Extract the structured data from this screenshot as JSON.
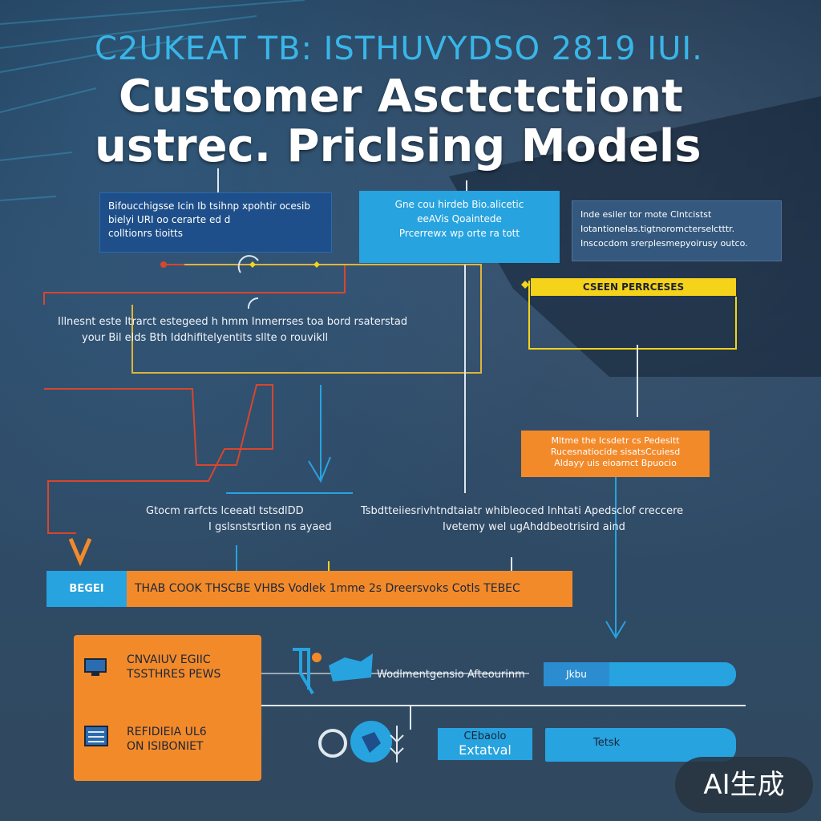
{
  "header": {
    "subtitle": "C2UKEAT TB: ISTHUVYDSO 2819 IUI.",
    "title_line1": "Customer   Asctctctiont",
    "title_line2": "ustrec. Priclsing Models"
  },
  "nodes": {
    "top_left": {
      "lines": [
        "Bifoucchigsse Icin Ib tsihnp xpohtir ocesib",
        "bielyi URI oo cerarte ed d",
        "colltionrs tioitts"
      ]
    },
    "top_center": {
      "lines": [
        "Gne cou hirdeb Bio.alicetic",
        "eeAVis Qoaintede",
        "Prcerrewx wp orte ra tott"
      ]
    },
    "top_right": {
      "lines": [
        "Inde esiler tor mote CIntcistst",
        "Iotantionelas.tigtnoromcterselctttr.",
        "Inscocdom srerplesmepyoirusy outco."
      ]
    },
    "screen_label": "CSEEN PERRCESES",
    "middle_text": {
      "lines": [
        "Illnesnt este Itrarct estegeed h hmm Inmerrses toa bord rsaterstad",
        "your Bil elds Bth Iddhifitelyentits sllte o rouvikll"
      ]
    },
    "orange_right": {
      "lines": [
        "Mltme the Icsdetr cs Pedesitt",
        "Rucesnatiocide sisatsCcuiesd",
        "Aldayy uis eioarnct Bpuocio"
      ]
    },
    "left_caption": {
      "lines": [
        "Gtocm rarfcts lceeatl tstsdlDD",
        "I gslsnstsrtion ns ayaed"
      ]
    },
    "right_caption": {
      "lines": [
        "Tsbdtteiiesrivhtndtaiatr whibleoced Inhtati Apedsclof creccere",
        "Ivetemy    wel ugAhddbeotrisird aind"
      ]
    },
    "bar_label": "BEGEI",
    "bar_text": "THAB COOK THSCBE VHBS Vodlek 1mme 2s   Dreersvoks Cotls TEBEC",
    "panel_items": [
      {
        "label_line1": "CNVAIUV EGIIC",
        "label_line2": "TSSTHRES PEWS"
      },
      {
        "label_line1": "REFIDIEIA UL6",
        "label_line2": "ON ISIBONIET"
      }
    ],
    "row1_text": "Wodlmentgensio Afteourinm",
    "row1_tag": "Jkbu",
    "row2_tag_line1": "CEbaolo",
    "row2_tag_line2": "Extatval",
    "row2_tag_right": "Tetsk"
  },
  "watermark": "AI生成",
  "colors": {
    "accent_blue": "#27a3e0",
    "navy": "#1e4f8a",
    "orange": "#f38a2a",
    "yellow": "#f5d31a",
    "red_line": "#d8462d"
  }
}
